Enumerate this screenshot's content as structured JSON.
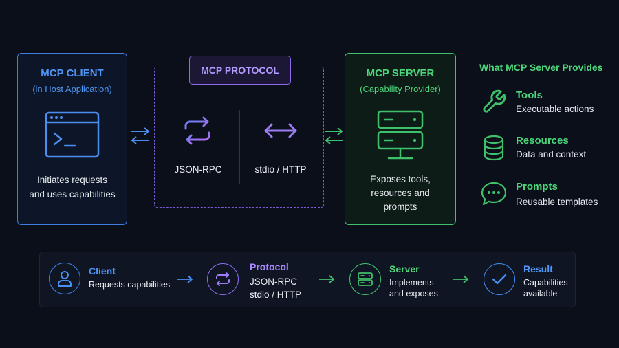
{
  "client": {
    "title": "MCP CLIENT",
    "subtitle": "(in Host Application)",
    "desc_line1": "Initiates requests",
    "desc_line2": "and uses capabilities"
  },
  "protocol": {
    "title": "MCP PROTOCOL",
    "left_label": "JSON-RPC",
    "right_label": "stdio / HTTP"
  },
  "server": {
    "title": "MCP SERVER",
    "subtitle": "(Capability Provider)",
    "desc_line1": "Exposes tools,",
    "desc_line2": "resources and",
    "desc_line3": "prompts"
  },
  "provides": {
    "title": "What MCP Server Provides",
    "items": [
      {
        "name": "Tools",
        "desc": "Executable actions",
        "icon": "wrench-icon"
      },
      {
        "name": "Resources",
        "desc": "Data and context",
        "icon": "database-icon"
      },
      {
        "name": "Prompts",
        "desc": "Reusable templates",
        "icon": "chat-bubble-icon"
      }
    ]
  },
  "flow": {
    "steps": [
      {
        "title": "Client",
        "line1": "Requests capabilities",
        "line2": "",
        "icon": "user-icon"
      },
      {
        "title": "Protocol",
        "line1": "JSON-RPC",
        "line2": "stdio / HTTP",
        "icon": "swap-arrows-icon"
      },
      {
        "title": "Server",
        "line1": "Implements",
        "line2": "and exposes",
        "icon": "server-icon"
      },
      {
        "title": "Result",
        "line1": "Capabilities",
        "line2": "available",
        "icon": "checkmark-icon"
      }
    ]
  },
  "colors": {
    "background": "#0b0f19",
    "client_blue": "#3e7fe0",
    "protocol_purple": "#8b6cf0",
    "server_green": "#3fc06a",
    "result_blue": "#3e8cf0"
  }
}
